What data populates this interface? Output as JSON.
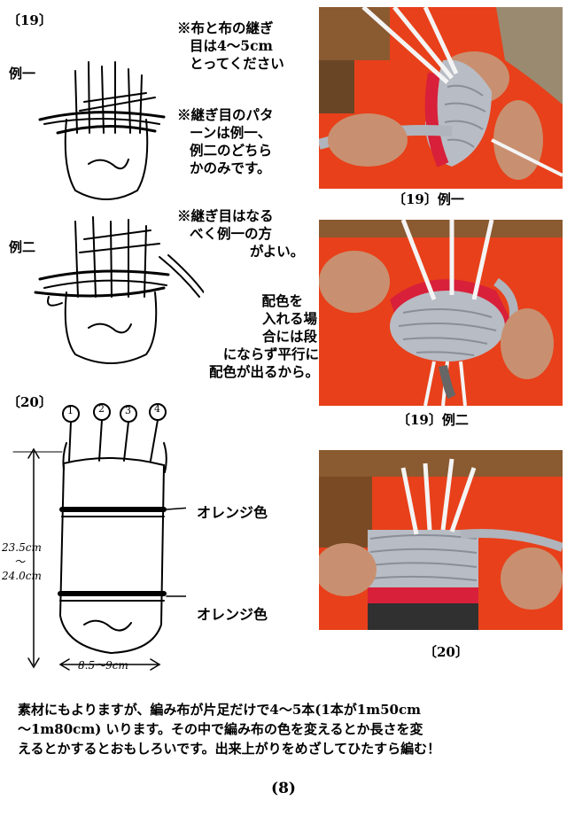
{
  "sec19": {
    "label": "〔19〕",
    "ex1": "例一",
    "ex2": "例二"
  },
  "notes": {
    "n1": [
      "※布と布の継ぎ",
      "目は4～5cm",
      "とってください"
    ],
    "n2": [
      "※継ぎ目のパタ",
      "ーンは例一、",
      "例二のどちら",
      "かのみです。"
    ],
    "n3": [
      "※継ぎ目はなる",
      "べく例一の方",
      "がよい。"
    ],
    "n4": [
      "配色を",
      "入れる場",
      "合には段",
      "にならず平行に",
      "配色が出るから。"
    ]
  },
  "sec20": {
    "label": "〔20〕",
    "strand_numbers": [
      "1",
      "2",
      "3",
      "4"
    ],
    "orange1": "オレンジ色",
    "orange2": "オレンジ色",
    "height_dim": [
      "23.5cm",
      "～",
      "24.0cm"
    ],
    "width_dim": "8.5～9cm"
  },
  "captions": {
    "photo1": "〔19〕例一",
    "photo2": "〔19〕例二",
    "photo3": "〔20〕"
  },
  "footer": [
    "素材にもよりますが、編み布が片足だけで4～5本(1本が1m50cm",
    "～1m80cm) いります。その中で編み布の色を変えるとか長さを変",
    "えるとかするとおもしろいです。出来上がりをめざしてひたすら編む！"
  ],
  "page_number": "(8)",
  "colors": {
    "orange_cloth": "#e8401a",
    "red_band": "#d8203a",
    "grey_weave": "#b8bcc4",
    "wood": "#8a5a30",
    "skin": "#c89070"
  }
}
